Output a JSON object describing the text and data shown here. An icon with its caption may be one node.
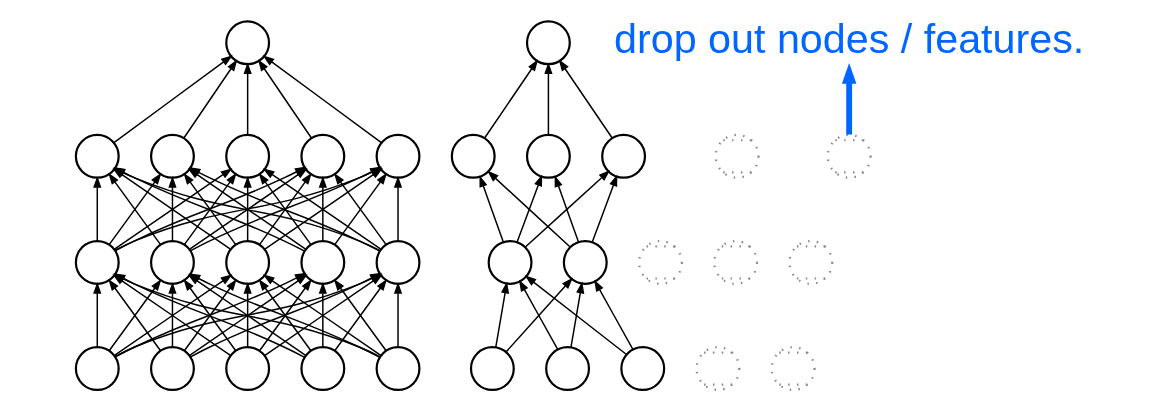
{
  "diagram": {
    "nodes": [
      {
        "text": [],
        "shape": "circle"
      },
      {
        "text": [],
        "shape": "circle"
      },
      {
        "text": [],
        "shape": "circle"
      },
      {
        "text": [],
        "shape": "circle"
      },
      {
        "text": [],
        "shape": "circle"
      },
      {
        "text": [],
        "shape": "circle"
      },
      {
        "text": [],
        "shape": "circle"
      },
      {
        "text": [],
        "shape": "circle"
      },
      {
        "text": [],
        "shape": "circle"
      },
      {
        "text": [],
        "shape": "circle"
      },
      {
        "text": [],
        "shape": "circle"
      },
      {
        "text": [],
        "shape": "circle"
      },
      {
        "text": [],
        "shape": "circle"
      },
      {
        "text": [],
        "shape": "circle"
      },
      {
        "text": [],
        "shape": "circle"
      },
      {
        "text": [],
        "shape": "circle"
      },
      {
        "text": [],
        "shape": "circle"
      },
      {
        "text": [],
        "shape": "circle"
      },
      {
        "text": [],
        "shape": "crossed-circle"
      },
      {
        "text": [],
        "shape": "circle"
      },
      {
        "text": [],
        "shape": "crossed-circle"
      },
      {
        "text": [],
        "shape": "circle"
      },
      {
        "text": [],
        "shape": "crossed-circle"
      },
      {
        "text": [],
        "shape": "circle"
      },
      {
        "text": [],
        "shape": "crossed-circle"
      },
      {
        "text": [],
        "shape": "crossed-circle"
      },
      {
        "text": [],
        "shape": "circle"
      },
      {
        "text": [],
        "shape": "circle"
      },
      {
        "text": [],
        "shape": "crossed-circle"
      },
      {
        "text": [],
        "shape": "crossed-circle"
      },
      {
        "text": [],
        "shape": "circle"
      },
      {
        "text": [],
        "shape": "circle"
      },
      {
        "text": [
          "drop out nodes / features."
        ]
      }
    ],
    "edges": [
      {
        "from": 11,
        "to": 6,
        "arrow": "to"
      },
      {
        "from": 11,
        "to": 7,
        "arrow": "to"
      },
      {
        "from": 11,
        "to": 8,
        "arrow": "to"
      },
      {
        "from": 11,
        "to": 9,
        "arrow": "to"
      },
      {
        "from": 11,
        "to": 10,
        "arrow": "to"
      },
      {
        "from": 12,
        "to": 6,
        "arrow": "to"
      },
      {
        "from": 12,
        "to": 7,
        "arrow": "to"
      },
      {
        "from": 12,
        "to": 8,
        "arrow": "to"
      },
      {
        "from": 12,
        "to": 9,
        "arrow": "to"
      },
      {
        "from": 12,
        "to": 10,
        "arrow": "to"
      },
      {
        "from": 13,
        "to": 6,
        "arrow": "to"
      },
      {
        "from": 13,
        "to": 7,
        "arrow": "to"
      },
      {
        "from": 13,
        "to": 8,
        "arrow": "to"
      },
      {
        "from": 13,
        "to": 9,
        "arrow": "to"
      },
      {
        "from": 13,
        "to": 10,
        "arrow": "to"
      },
      {
        "from": 14,
        "to": 6,
        "arrow": "to"
      },
      {
        "from": 14,
        "to": 7,
        "arrow": "to"
      },
      {
        "from": 14,
        "to": 8,
        "arrow": "to"
      },
      {
        "from": 14,
        "to": 9,
        "arrow": "to"
      },
      {
        "from": 14,
        "to": 10,
        "arrow": "to"
      },
      {
        "from": 15,
        "to": 6,
        "arrow": "to"
      },
      {
        "from": 15,
        "to": 7,
        "arrow": "to"
      },
      {
        "from": 15,
        "to": 8,
        "arrow": "to"
      },
      {
        "from": 15,
        "to": 9,
        "arrow": "to"
      },
      {
        "from": 15,
        "to": 10,
        "arrow": "to"
      },
      {
        "from": 6,
        "to": 1,
        "arrow": "to"
      },
      {
        "from": 6,
        "to": 2,
        "arrow": "to"
      },
      {
        "from": 6,
        "to": 3,
        "arrow": "to"
      },
      {
        "from": 6,
        "to": 4,
        "arrow": "to"
      },
      {
        "from": 6,
        "to": 5,
        "arrow": "to"
      },
      {
        "from": 7,
        "to": 1,
        "arrow": "to"
      },
      {
        "from": 7,
        "to": 2,
        "arrow": "to"
      },
      {
        "from": 7,
        "to": 3,
        "arrow": "to"
      },
      {
        "from": 7,
        "to": 4,
        "arrow": "to"
      },
      {
        "from": 7,
        "to": 5,
        "arrow": "to"
      },
      {
        "from": 8,
        "to": 1,
        "arrow": "to"
      },
      {
        "from": 8,
        "to": 2,
        "arrow": "to"
      },
      {
        "from": 8,
        "to": 3,
        "arrow": "to"
      },
      {
        "from": 8,
        "to": 4,
        "arrow": "to"
      },
      {
        "from": 8,
        "to": 5,
        "arrow": "to"
      },
      {
        "from": 9,
        "to": 1,
        "arrow": "to"
      },
      {
        "from": 9,
        "to": 2,
        "arrow": "to"
      },
      {
        "from": 9,
        "to": 3,
        "arrow": "to"
      },
      {
        "from": 9,
        "to": 4,
        "arrow": "to"
      },
      {
        "from": 9,
        "to": 5,
        "arrow": "to"
      },
      {
        "from": 10,
        "to": 1,
        "arrow": "to"
      },
      {
        "from": 10,
        "to": 2,
        "arrow": "to"
      },
      {
        "from": 10,
        "to": 3,
        "arrow": "to"
      },
      {
        "from": 10,
        "to": 4,
        "arrow": "to"
      },
      {
        "from": 10,
        "to": 5,
        "arrow": "to"
      },
      {
        "from": 1,
        "to": 0,
        "arrow": "to"
      },
      {
        "from": 2,
        "to": 0,
        "arrow": "to"
      },
      {
        "from": 3,
        "to": 0,
        "arrow": "to"
      },
      {
        "from": 4,
        "to": 0,
        "arrow": "to"
      },
      {
        "from": 5,
        "to": 0,
        "arrow": "to"
      },
      {
        "from": 27,
        "to": 23,
        "arrow": "to"
      },
      {
        "from": 27,
        "to": 26,
        "arrow": "to"
      },
      {
        "from": 30,
        "to": 23,
        "arrow": "to"
      },
      {
        "from": 30,
        "to": 26,
        "arrow": "to"
      },
      {
        "from": 31,
        "to": 23,
        "arrow": "to"
      },
      {
        "from": 31,
        "to": 26,
        "arrow": "to"
      },
      {
        "from": 23,
        "to": 17,
        "arrow": "to"
      },
      {
        "from": 23,
        "to": 19,
        "arrow": "to"
      },
      {
        "from": 23,
        "to": 21,
        "arrow": "to"
      },
      {
        "from": 26,
        "to": 17,
        "arrow": "to"
      },
      {
        "from": 26,
        "to": 19,
        "arrow": "to"
      },
      {
        "from": 26,
        "to": 21,
        "arrow": "to"
      },
      {
        "from": 17,
        "to": 16,
        "arrow": "to"
      },
      {
        "from": 19,
        "to": 16,
        "arrow": "to"
      },
      {
        "from": 21,
        "to": 16,
        "arrow": "to"
      },
      {
        "from": 20,
        "to": 32,
        "arrow": "to",
        "style": "thick",
        "color": "#0066ff"
      }
    ]
  }
}
